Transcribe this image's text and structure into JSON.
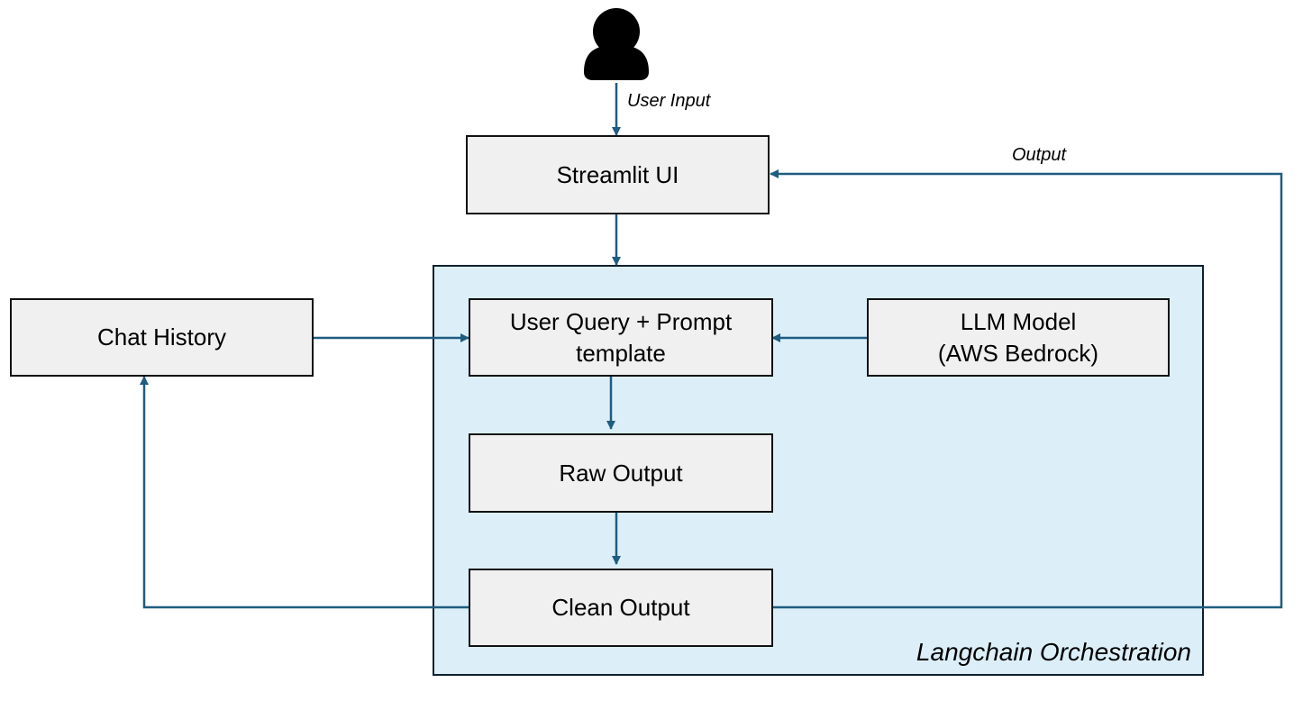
{
  "colors": {
    "edge": "#1f5c80",
    "container_fill": "#dceff9",
    "node_fill": "#f0f0f0",
    "node_border": "#111111"
  },
  "icons": {
    "user": "user-icon"
  },
  "container": {
    "label": "Langchain Orchestration"
  },
  "nodes": {
    "streamlit": "Streamlit UI",
    "chat_history": "Chat History",
    "query_prompt": "User Query + Prompt\ntemplate",
    "llm_model": "LLM Model\n(AWS Bedrock)",
    "raw_output": "Raw Output",
    "clean_output": "Clean Output"
  },
  "edge_labels": {
    "user_input": "User Input",
    "output": "Output"
  }
}
